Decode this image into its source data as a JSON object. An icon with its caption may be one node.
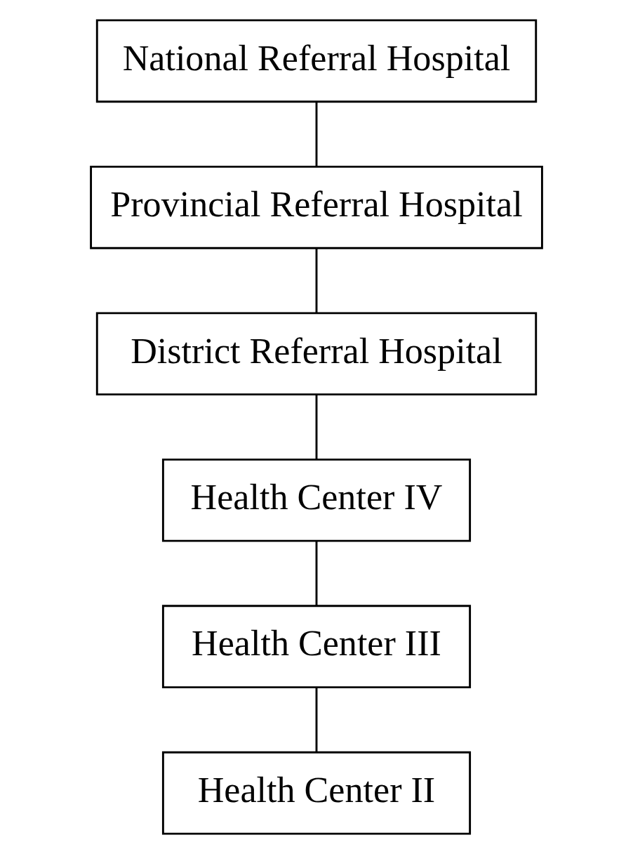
{
  "diagram": {
    "nodes": [
      {
        "text": [
          "National Referral Hospital"
        ]
      },
      {
        "text": [
          "Provincial Referral Hospital"
        ]
      },
      {
        "text": [
          "District Referral Hospital"
        ]
      },
      {
        "text": [
          "Health Center IV"
        ]
      },
      {
        "text": [
          "Health Center III"
        ]
      },
      {
        "text": [
          "Health Center II"
        ]
      }
    ],
    "edges": [
      {
        "from": 0,
        "to": 1,
        "arrow": "none"
      },
      {
        "from": 1,
        "to": 2,
        "arrow": "none"
      },
      {
        "from": 2,
        "to": 3,
        "arrow": "none"
      },
      {
        "from": 3,
        "to": 4,
        "arrow": "none"
      },
      {
        "from": 4,
        "to": 5,
        "arrow": "none"
      }
    ]
  }
}
